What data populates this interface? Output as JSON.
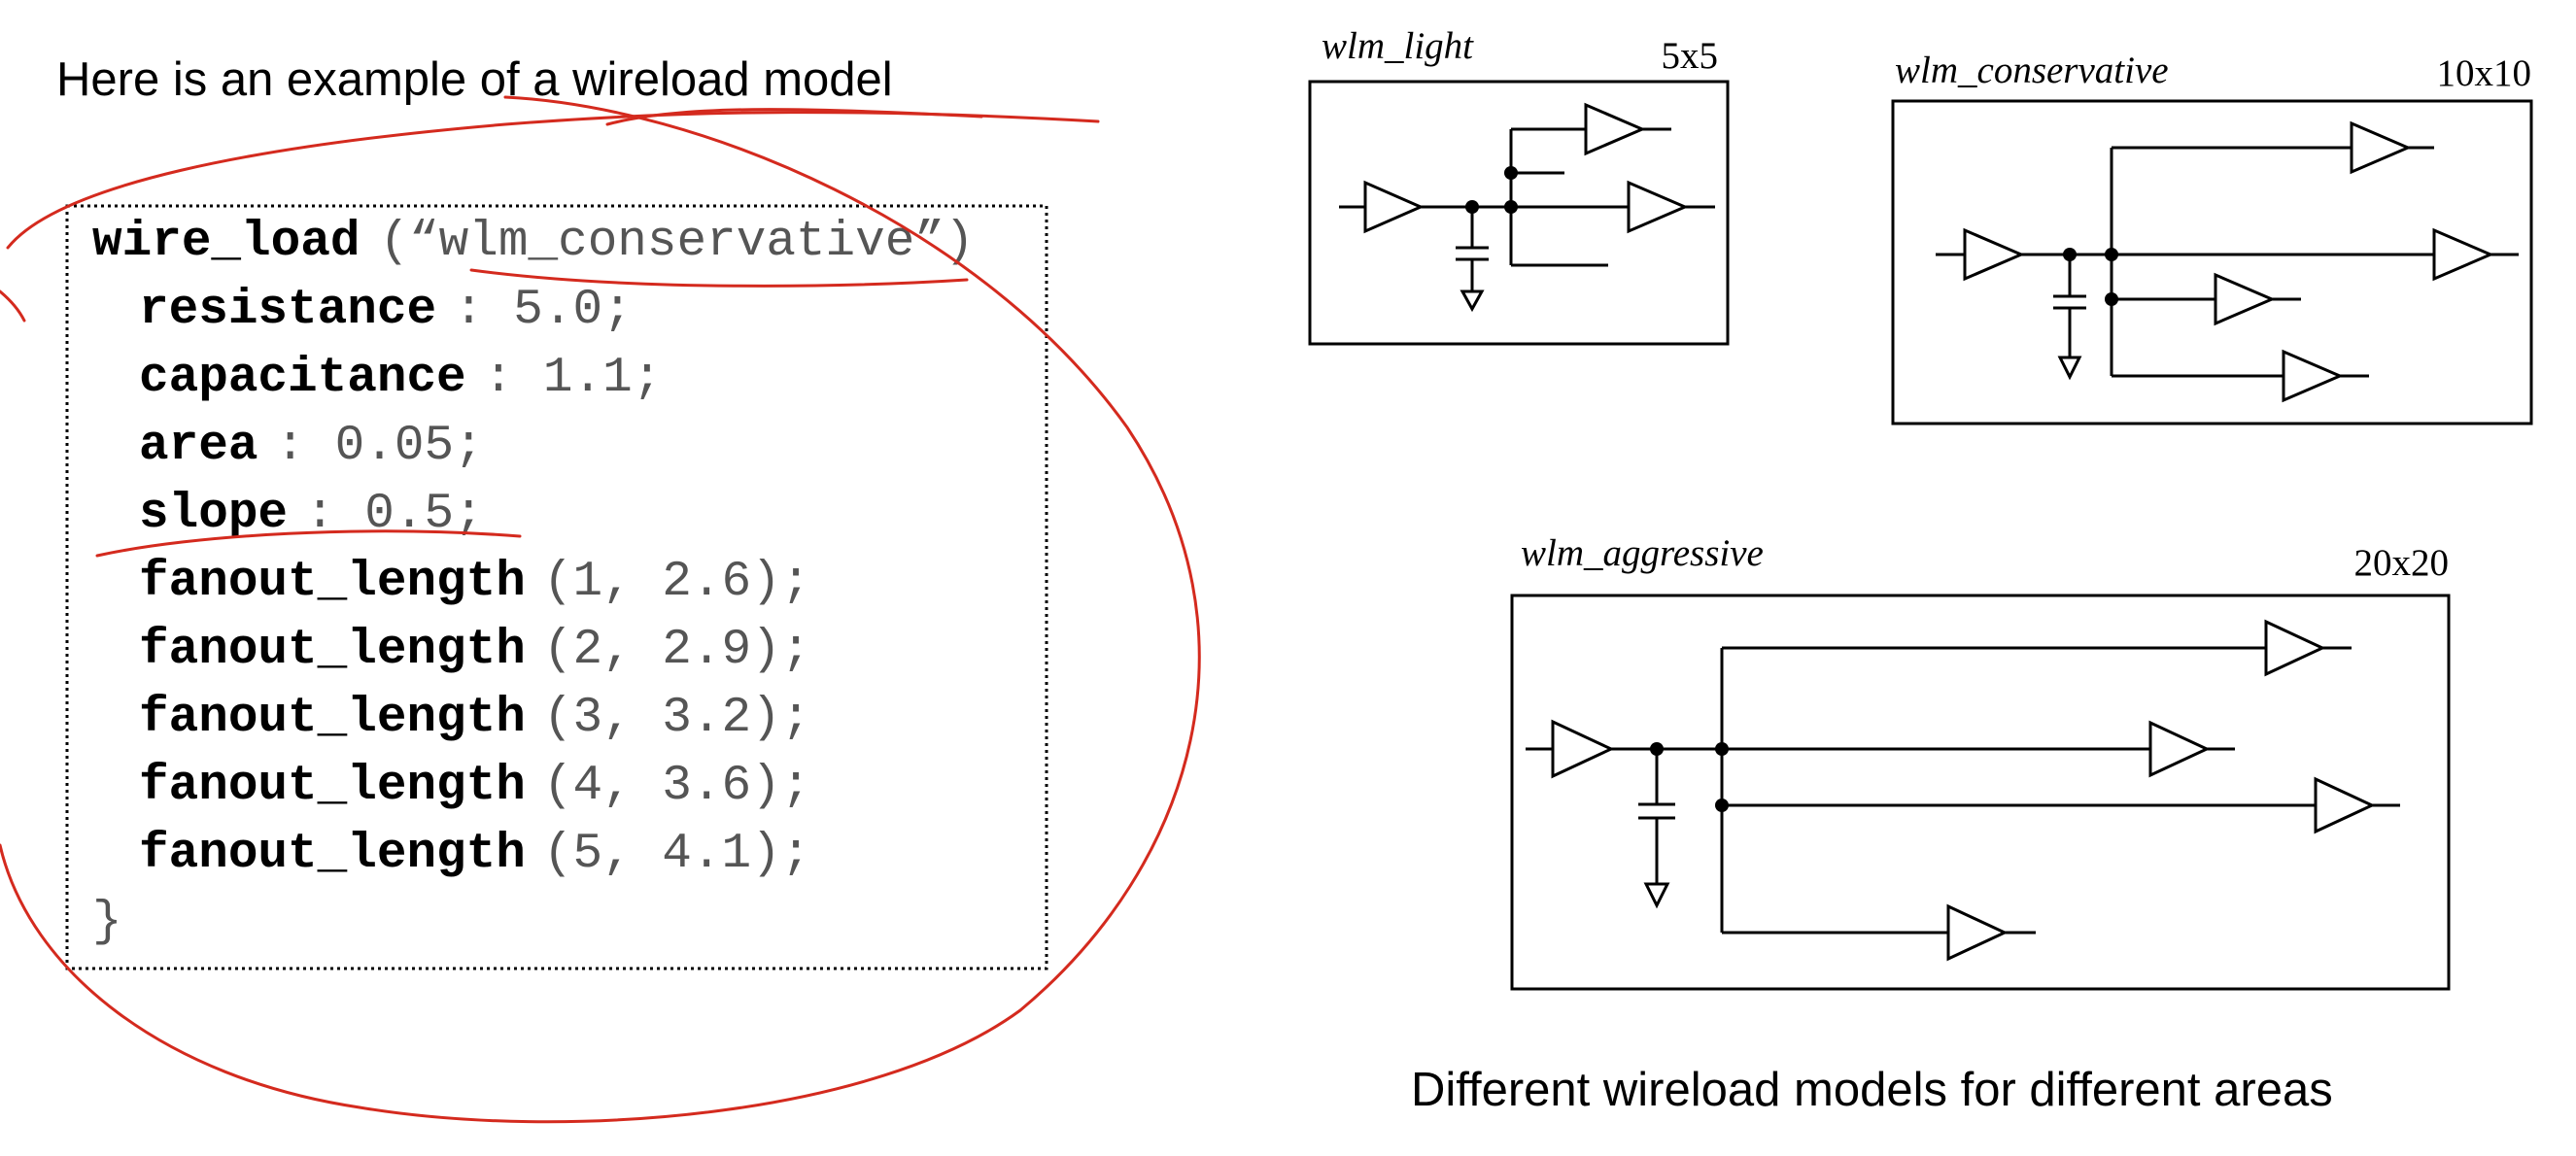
{
  "heading": "Here is an example of a wireload model",
  "code": {
    "line1_keyword": "wire_load",
    "line1_arg": "(“wlm_conservative”)",
    "attributes": [
      {
        "name": "resistance",
        "value": ": 5.0;"
      },
      {
        "name": "capacitance",
        "value": ": 1.1;"
      },
      {
        "name": "area",
        "value": ": 0.05;"
      },
      {
        "name": "slope",
        "value": ": 0.5;"
      }
    ],
    "fanouts": [
      {
        "name": "fanout_length",
        "value": "(1, 2.6);"
      },
      {
        "name": "fanout_length",
        "value": "(2, 2.9);"
      },
      {
        "name": "fanout_length",
        "value": "(3, 3.2);"
      },
      {
        "name": "fanout_length",
        "value": "(4, 3.6);"
      },
      {
        "name": "fanout_length",
        "value": "(5, 4.1);"
      }
    ],
    "closing": "}"
  },
  "models": {
    "light": {
      "name": "wlm_light",
      "size": "5x5"
    },
    "conservative": {
      "name": "wlm_conservative",
      "size": "10x10"
    },
    "aggressive": {
      "name": "wlm_aggressive",
      "size": "20x20"
    }
  },
  "caption": "Different wireload models for different areas",
  "colors": {
    "ink": "#000000",
    "annotation": "#d42a1e",
    "code_value": "#555555"
  }
}
